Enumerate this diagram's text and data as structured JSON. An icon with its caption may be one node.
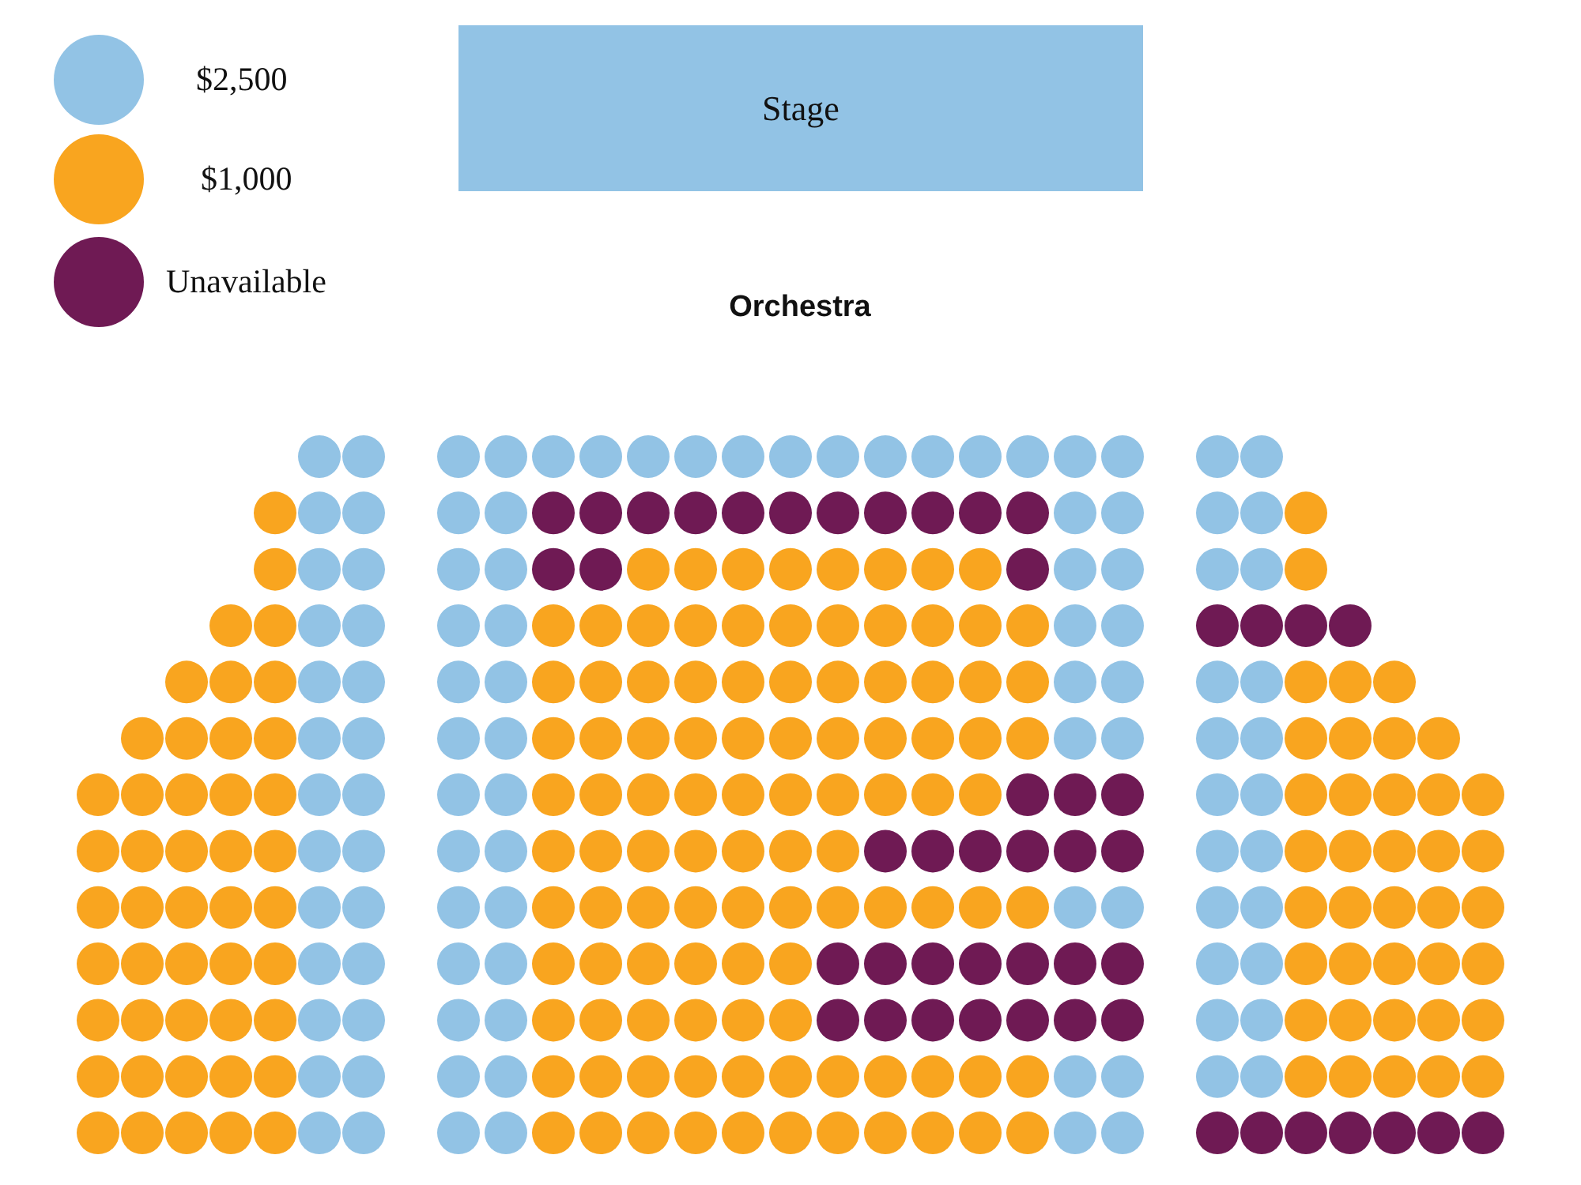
{
  "diagram": {
    "nodes": [
      {
        "text": [
          "Stage"
        ]
      }
    ],
    "labels": [
      "Orchestra"
    ],
    "legend": [
      {
        "text": "$2,500",
        "color": "#92c3e5"
      },
      {
        "text": "$1,000",
        "color": "#f9a51f"
      },
      {
        "text": "Unavailable",
        "color": "#6f1a54"
      }
    ]
  }
}
